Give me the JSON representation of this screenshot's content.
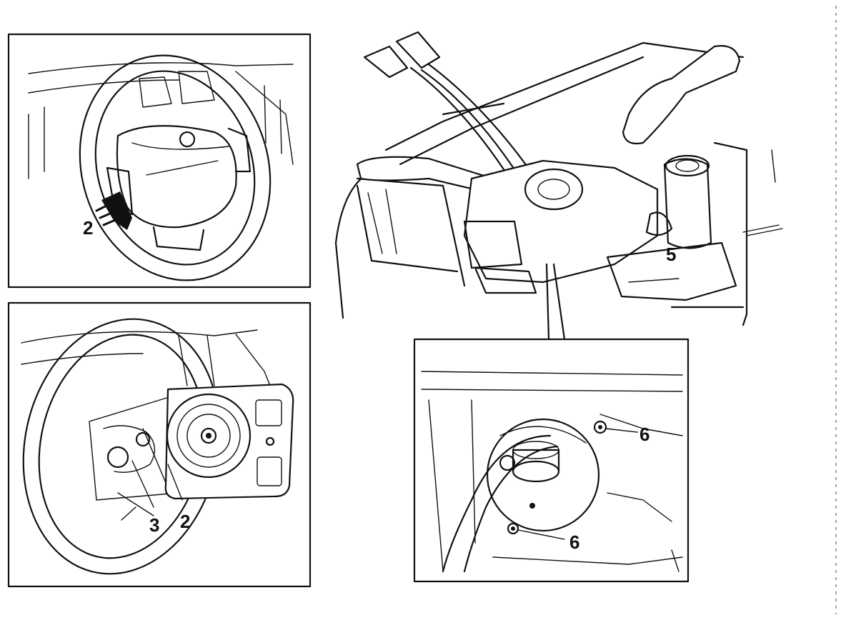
{
  "figure": {
    "panels": [
      {
        "id": "top-left",
        "callouts": [
          "2"
        ]
      },
      {
        "id": "bottom-left",
        "callouts": [
          "2",
          "3"
        ]
      },
      {
        "id": "top-right",
        "callouts": [
          "5"
        ]
      },
      {
        "id": "inset",
        "callouts": [
          "6",
          "6"
        ]
      }
    ]
  },
  "labels": {
    "tl_2": "2",
    "bl_2": "2",
    "bl_3": "3",
    "tr_5": "5",
    "in_6a": "6",
    "in_6b": "6"
  }
}
